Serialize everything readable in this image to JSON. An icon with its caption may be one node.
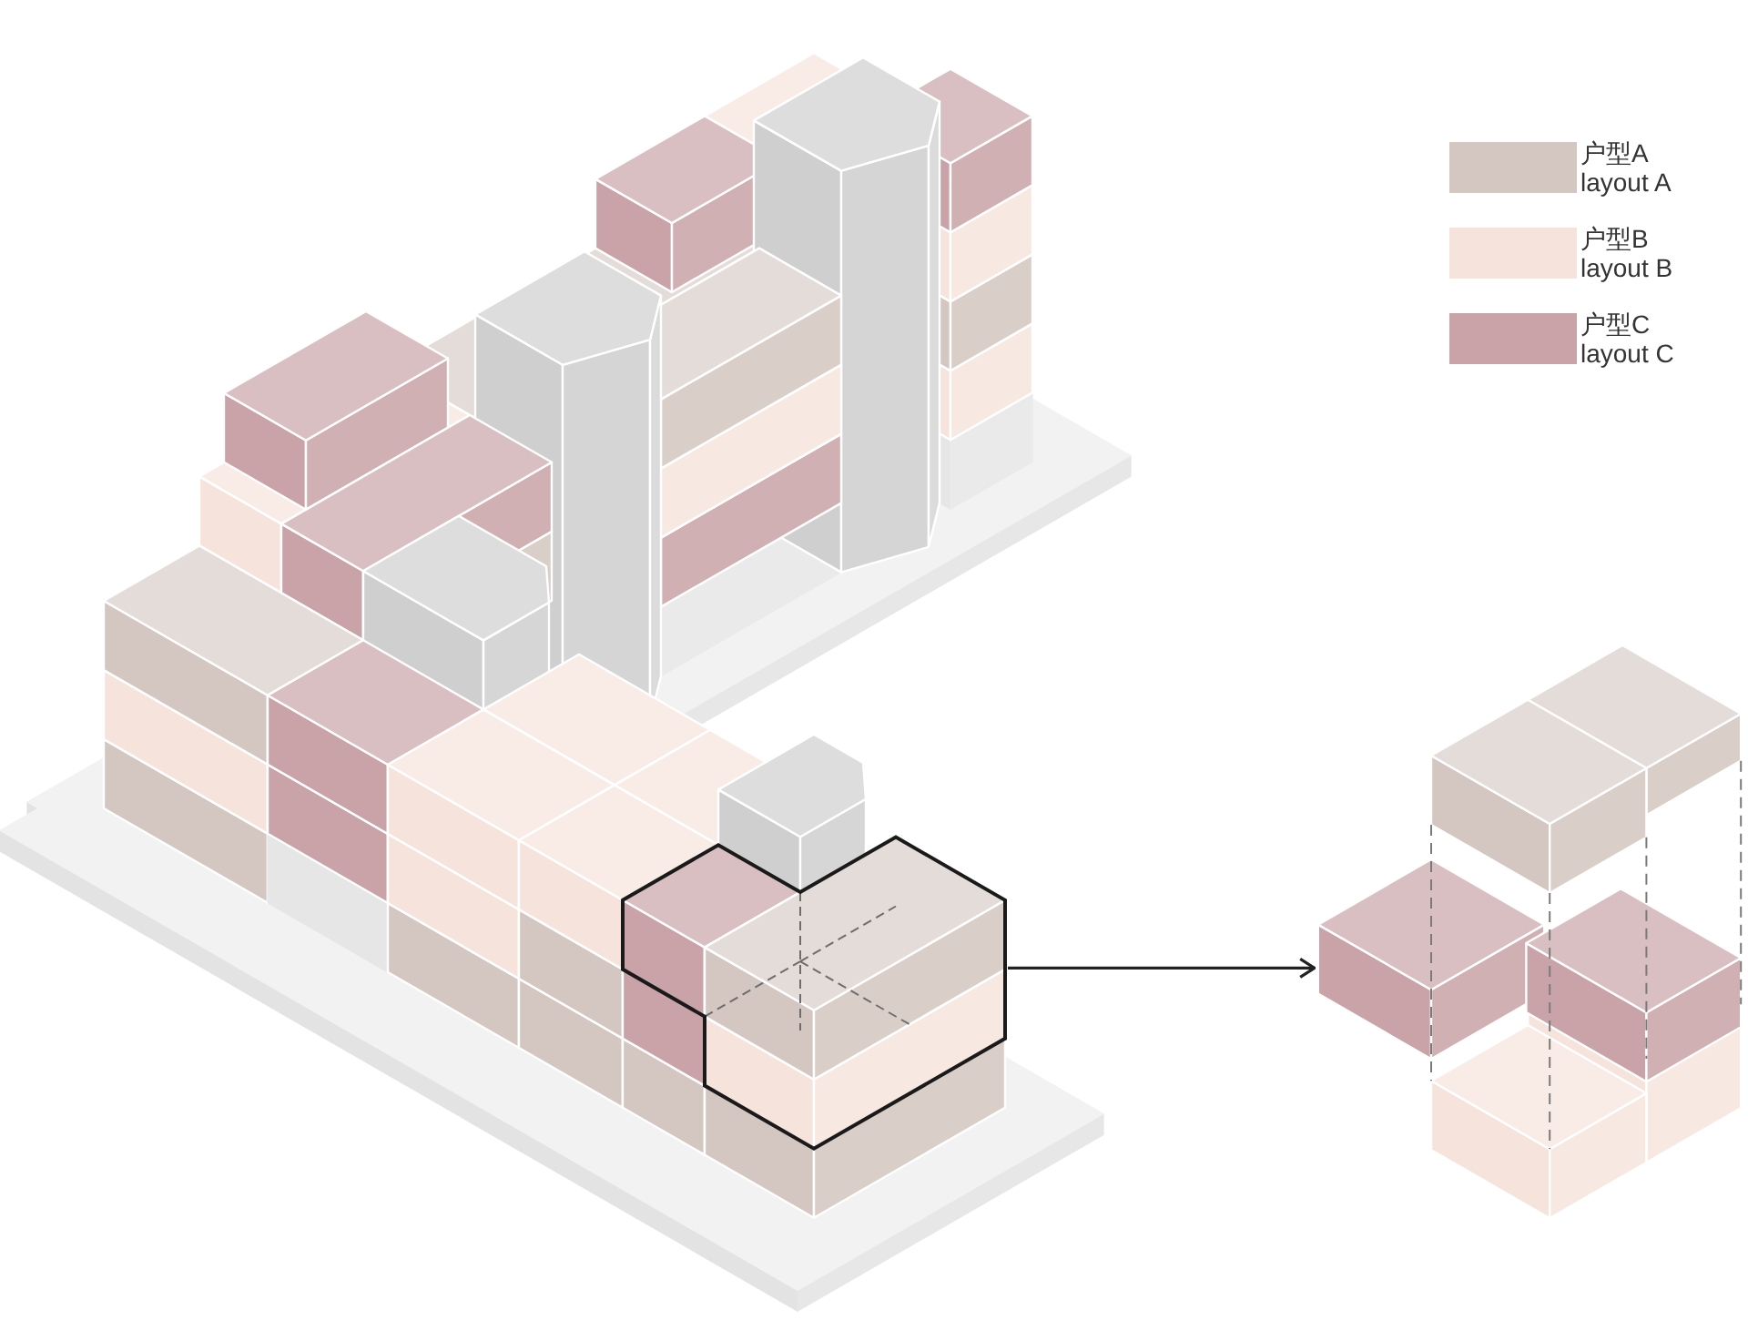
{
  "diagram": {
    "nodes": [
      {
        "text": [],
        "shape": "picture"
      },
      {
        "text": [],
        "shape": "picture"
      }
    ],
    "edges": [
      {
        "from": 0,
        "to": 1,
        "arrow": "to"
      }
    ],
    "legend": [
      {
        "text": "户型A layout A",
        "color": "#d4c6c0"
      },
      {
        "text": "户型B layout B",
        "color": "#f6e4dc"
      },
      {
        "text": "户型C layout C",
        "color": "#c9a3a8"
      }
    ]
  }
}
